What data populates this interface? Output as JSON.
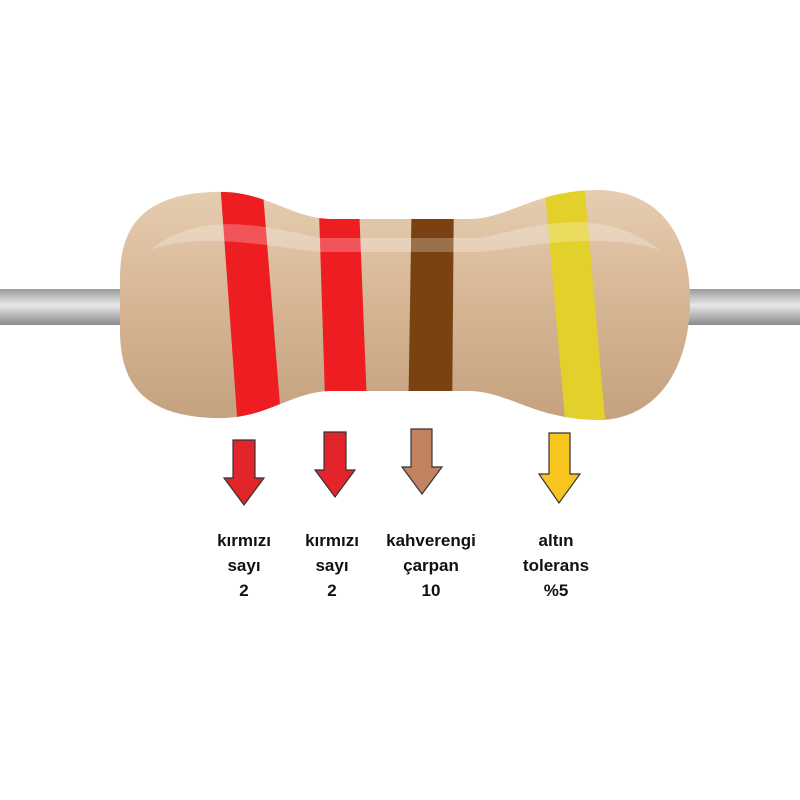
{
  "resistor": {
    "body_color": "#d6b593",
    "lead_color": "#b8b8b8"
  },
  "bands": [
    {
      "color_name": "kırmızı",
      "role": "sayı",
      "value": "2",
      "band_color": "#ee1d22",
      "arrow_color": "#e2252b"
    },
    {
      "color_name": "kırmızı",
      "role": "sayı",
      "value": "2",
      "band_color": "#ee1d22",
      "arrow_color": "#e2252b"
    },
    {
      "color_name": "kahverengi",
      "role": "çarpan",
      "value": "10",
      "band_color": "#7a4212",
      "arrow_color": "#c08462"
    },
    {
      "color_name": "altın",
      "role": "tolerans",
      "value": "%5",
      "band_color": "#e3d02a",
      "arrow_color": "#f7c51e"
    }
  ]
}
